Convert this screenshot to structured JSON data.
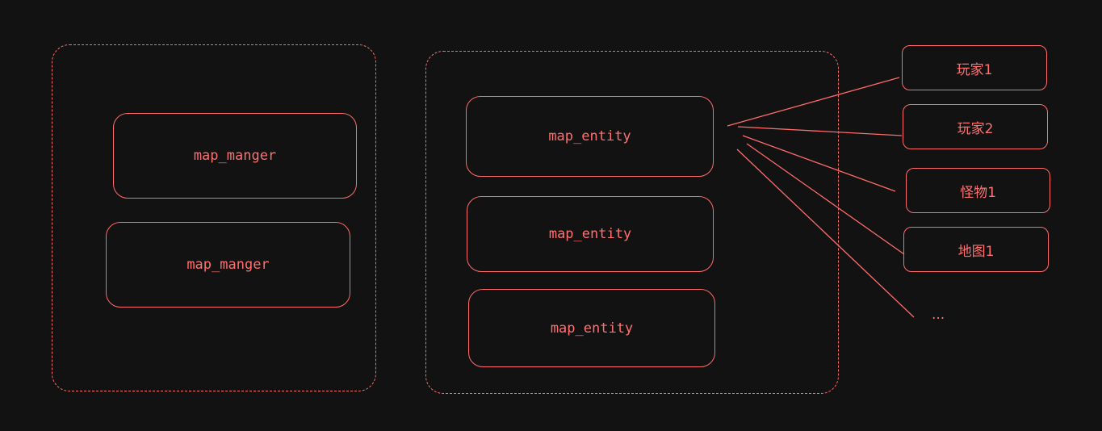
{
  "colors": {
    "background": "#121212",
    "stroke": "#ff6b6b",
    "text": "#ff7070"
  },
  "left_group": {
    "nodes": [
      {
        "label": "map_manger"
      },
      {
        "label": "map_manger"
      }
    ]
  },
  "middle_group": {
    "nodes": [
      {
        "label": "map_entity"
      },
      {
        "label": "map_entity"
      },
      {
        "label": "map_entity"
      }
    ]
  },
  "right_items": [
    {
      "label": "玩家1"
    },
    {
      "label": "玩家2"
    },
    {
      "label": "怪物1"
    },
    {
      "label": "地图1"
    }
  ],
  "more_label": "..."
}
